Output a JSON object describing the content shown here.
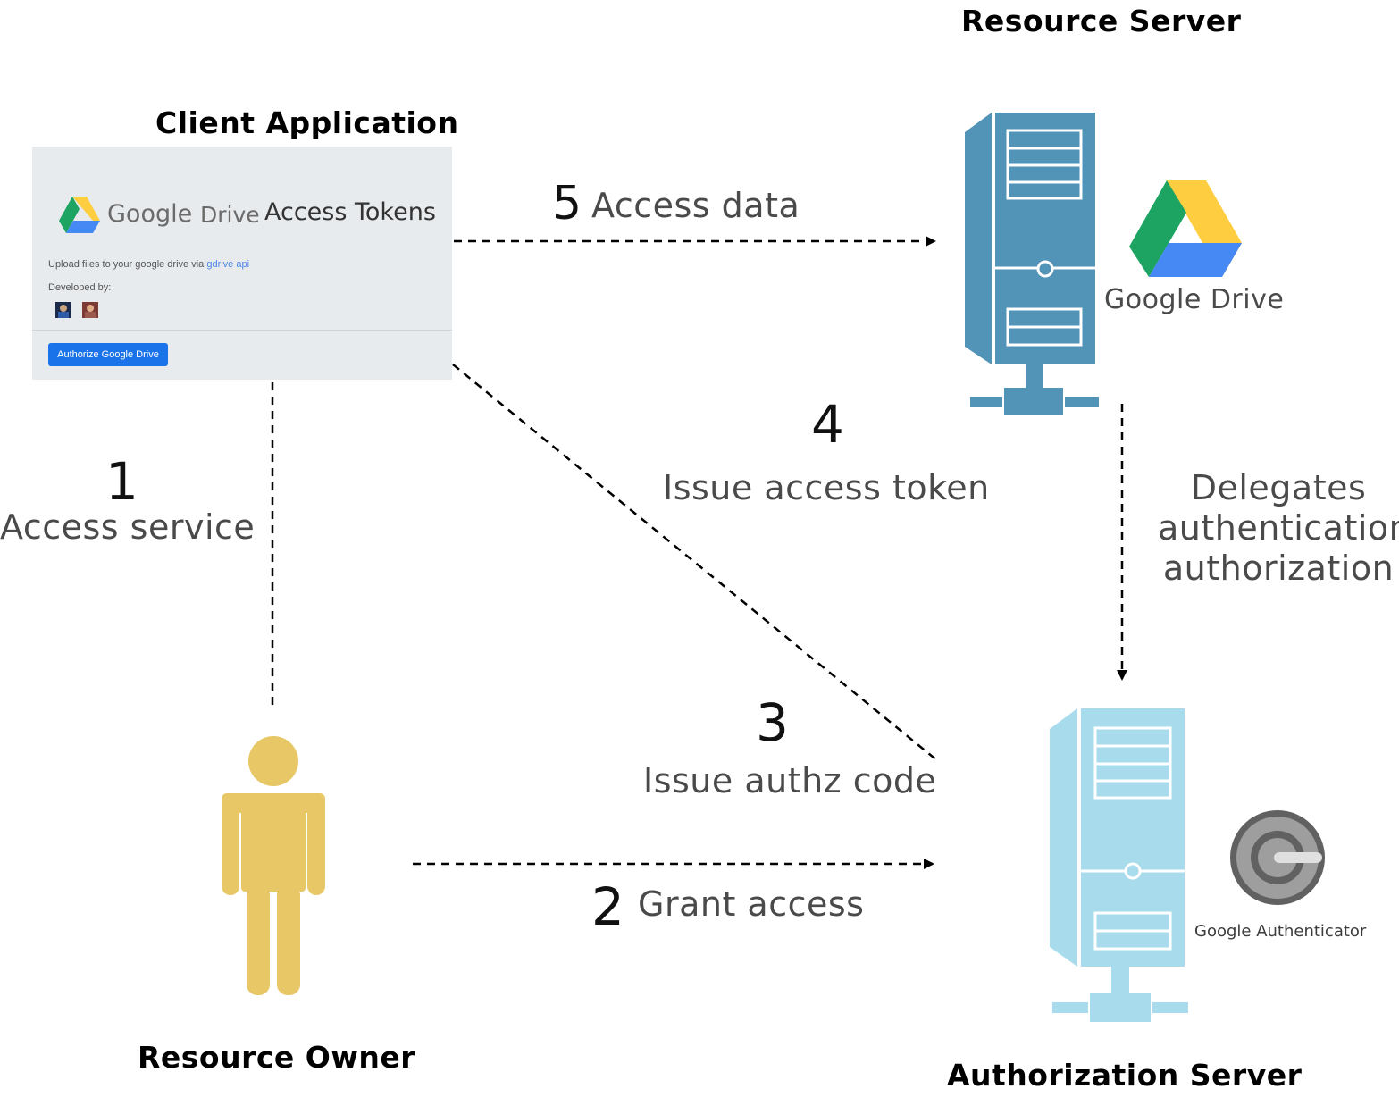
{
  "titles": {
    "resource_server": "Resource Server",
    "client_application": "Client Application",
    "resource_owner": "Resource Owner",
    "authorization_server": "Authorization Server"
  },
  "client_card": {
    "google_word": "Google",
    "drive_word": "Drive",
    "header_title": "Access Tokens",
    "upload_text": "Upload files to your google drive via",
    "upload_link": "gdrive api",
    "developed_by": "Developed by:",
    "authorize_button": "Authorize Google Drive"
  },
  "steps": [
    {
      "number": "1",
      "label": "Access service"
    },
    {
      "number": "2",
      "label": "Grant access"
    },
    {
      "number": "3",
      "label": "Issue authz code"
    },
    {
      "number": "4",
      "label": "Issue access token"
    },
    {
      "number": "5",
      "label": "Access data"
    }
  ],
  "delegates": {
    "line1": "Delegates",
    "line2": "authentication",
    "line3": "authorization"
  },
  "google_drive_label": "Google Drive",
  "google_authenticator_label": "Google Authenticator",
  "colors": {
    "resource_server": "#5293b8",
    "authorization_server": "#a8dcec",
    "person": "#e8c866",
    "drive_green": "#1da462",
    "drive_yellow": "#ffcd40",
    "drive_blue": "#4688f4",
    "button_blue": "#1a73e8"
  }
}
